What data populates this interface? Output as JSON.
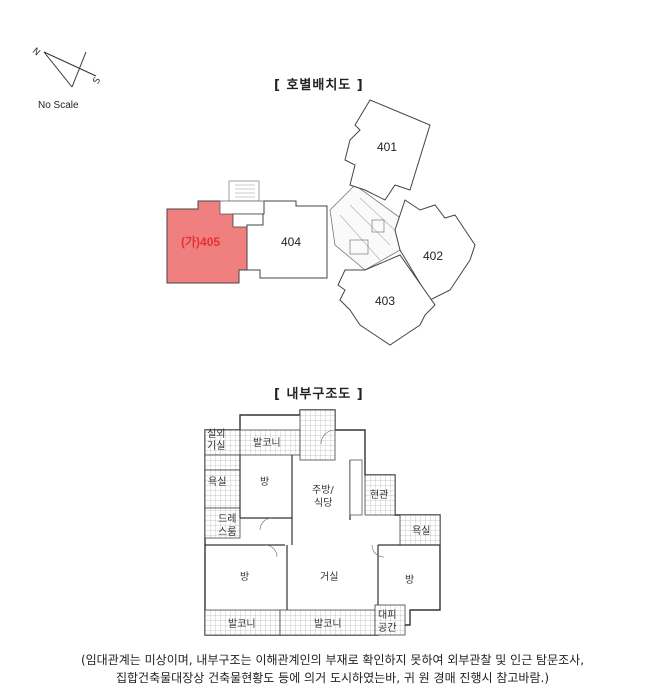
{
  "compass": {
    "north_label": "N",
    "south_label": "S",
    "scale_note": "No Scale"
  },
  "site_plan": {
    "title": "[ 호별배치도 ]",
    "highlight_color": "#f08080",
    "highlight_text_color": "#e53030",
    "units": [
      {
        "id": "405",
        "label": "(가)405",
        "highlighted": true
      },
      {
        "id": "404",
        "label": "404",
        "highlighted": false
      },
      {
        "id": "401",
        "label": "401",
        "highlighted": false
      },
      {
        "id": "402",
        "label": "402",
        "highlighted": false
      },
      {
        "id": "403",
        "label": "403",
        "highlighted": false
      }
    ]
  },
  "floor_plan": {
    "title": "[ 내부구조도 ]",
    "rooms": [
      {
        "label": "실외\n기실",
        "line1": "실외",
        "line2": "기실"
      },
      {
        "label": "발코니"
      },
      {
        "label": "욕실"
      },
      {
        "label": "방"
      },
      {
        "label": "주방/\n식당",
        "line1": "주방/",
        "line2": "식당"
      },
      {
        "label": "현관"
      },
      {
        "label": "드레\n스룸",
        "line1": "드레",
        "line2": "스룸"
      },
      {
        "label": "욕실"
      },
      {
        "label": "방"
      },
      {
        "label": "거실"
      },
      {
        "label": "방"
      },
      {
        "label": "발코니"
      },
      {
        "label": "발코니"
      },
      {
        "label": "대피\n공간",
        "line1": "대피",
        "line2": "공간"
      }
    ]
  },
  "footnote": {
    "line1": "(임대관계는 미상이며,  내부구조는 이해관계인의 부재로 확인하지 못하여 외부관찰 및 인근 탐문조사,",
    "line2": "집합건축물대장상 건축물현황도 등에 의거 도시하였는바, 귀 원 경매 진행시 참고바람.)"
  }
}
